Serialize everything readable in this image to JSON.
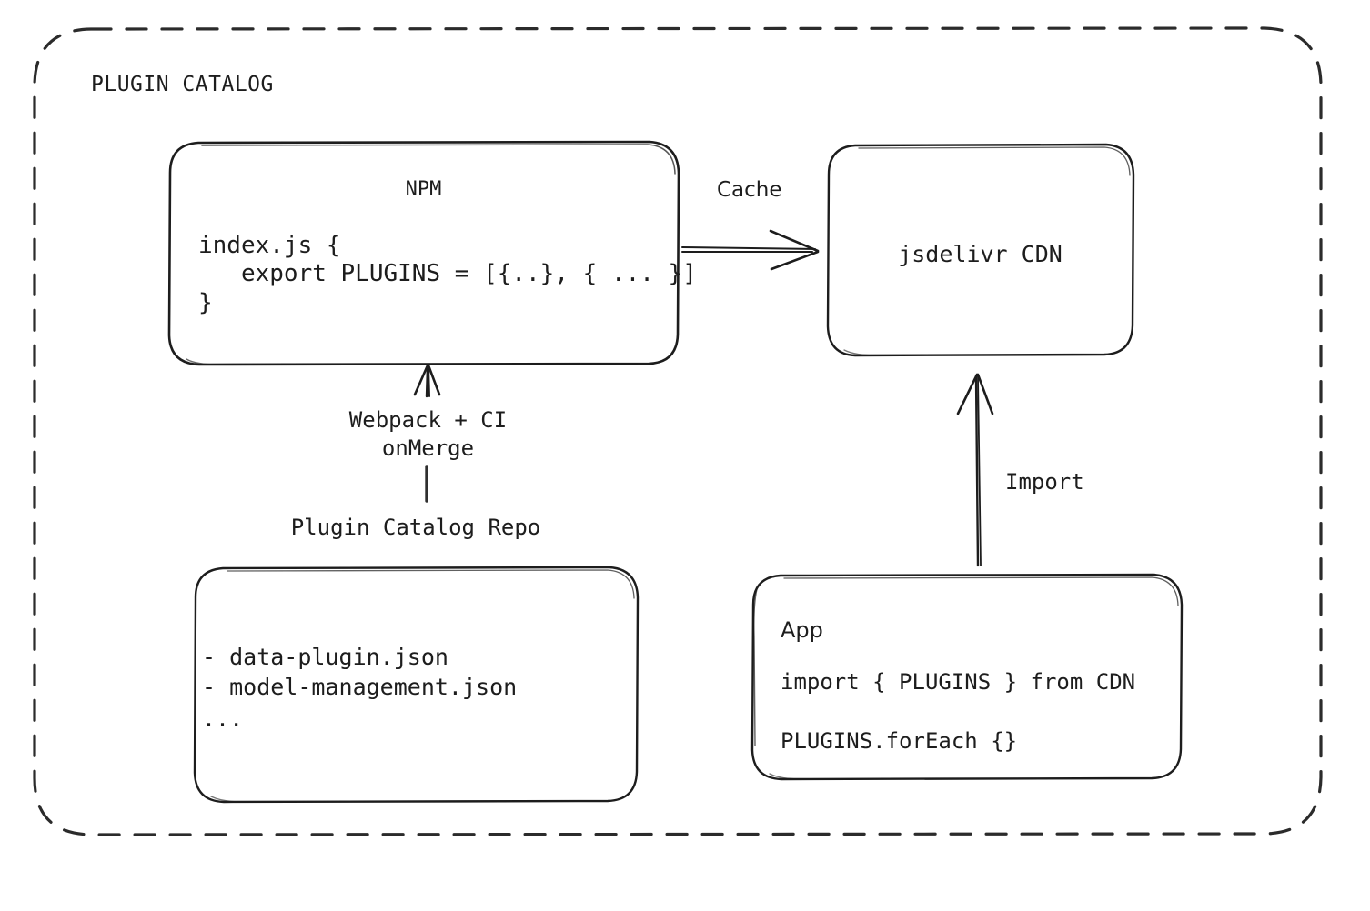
{
  "diagram": {
    "group": {
      "title": "PLUGIN CATALOG",
      "border_style": "dashed",
      "border_color": "#2b2b2b"
    },
    "nodes": {
      "npm": {
        "title": "NPM",
        "code_line_1": "index.js {",
        "code_line_2": "   export PLUGINS = [{..}, { ... }]",
        "code_line_3": "}"
      },
      "cdn": {
        "label": "jsdelivr CDN"
      },
      "repo": {
        "caption": "Plugin Catalog Repo",
        "item_1": "- data-plugin.json",
        "item_2": "- model-management.json",
        "item_3": "..."
      },
      "app": {
        "title": "App",
        "code_line_1": "import { PLUGINS } from CDN",
        "code_line_2": "PLUGINS.forEach {}"
      }
    },
    "edges": {
      "cache": {
        "label": "Cache",
        "from": "npm",
        "to": "cdn"
      },
      "build": {
        "label_1": "Webpack + CI",
        "label_2": "onMerge",
        "from": "repo",
        "to": "npm"
      },
      "import": {
        "label": "Import",
        "from": "app",
        "to": "cdn"
      }
    },
    "colors": {
      "stroke": "#1d1d1d",
      "background": "#ffffff",
      "text": "#1d1d1d"
    }
  }
}
